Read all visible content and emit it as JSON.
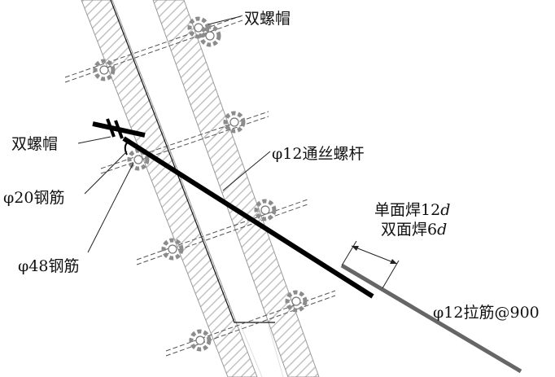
{
  "labels": {
    "nut_top": "双螺帽",
    "nut_left": "双螺帽",
    "bar20": "φ20钢筋",
    "bar48": "φ48钢筋",
    "threaded_rod": "φ12通丝螺杆",
    "weld_single_prefix": "单面焊12",
    "weld_double_prefix": "双面焊6",
    "weld_d": "d",
    "tie_bar": "φ12拉筋@900"
  },
  "colors": {
    "rod": "#000000",
    "tie_bar": "#666666",
    "hatch": "#bdbdbd",
    "hatch_border": "#9a9a9a",
    "scaffold_fill": "#d8d8d8",
    "clamp": "#8c8c8c",
    "clamp_dark": "#555555",
    "leader": "#222222"
  }
}
